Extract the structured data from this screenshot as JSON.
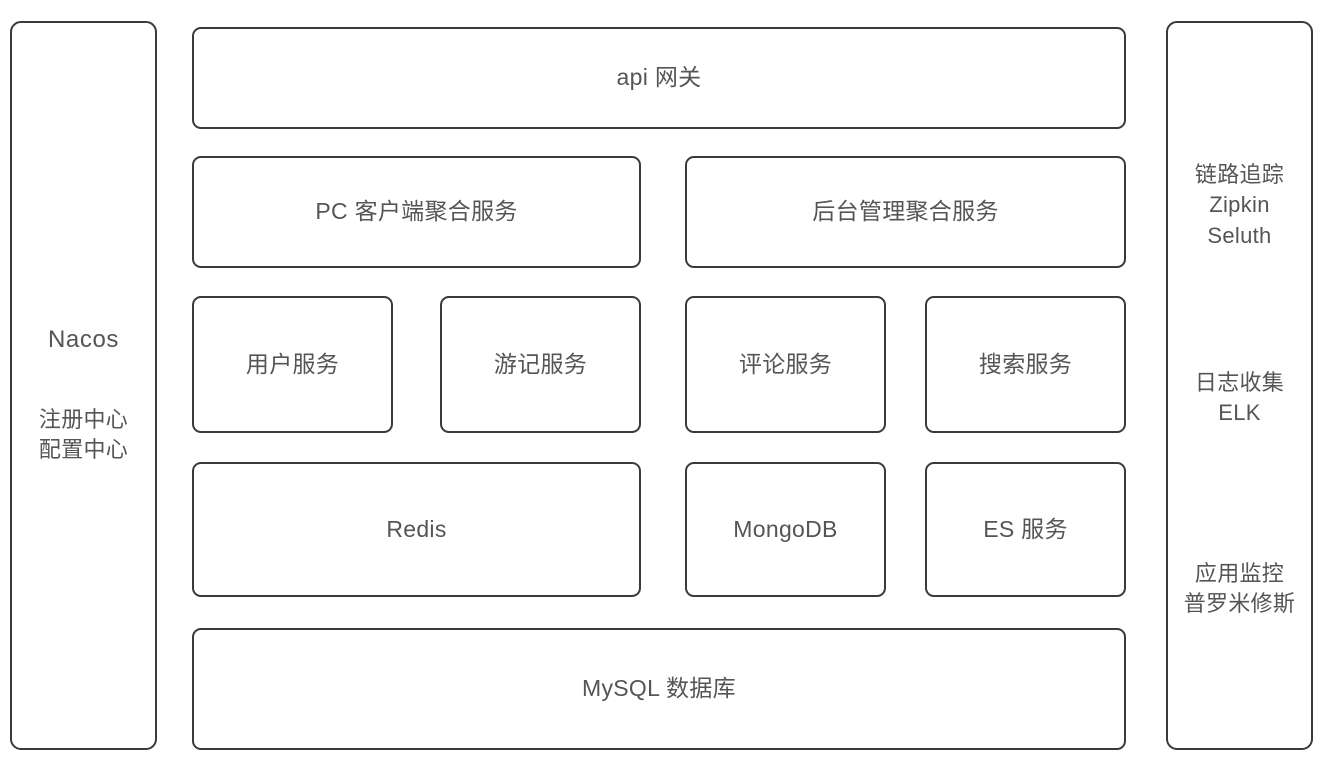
{
  "diagram": {
    "title": "microservice-architecture-diagram",
    "colors": {
      "border": "#3a3a3a",
      "text": "#555555",
      "background": "#ffffff"
    },
    "left_panel": {
      "name": "Nacos",
      "lines": "注册中心\n配置中心"
    },
    "right_panel": {
      "blocks": [
        {
          "text": "链路追踪\nZipkin\nSeluth"
        },
        {
          "text": "日志收集\nELK"
        },
        {
          "text": "应用监控\n普罗米修斯"
        }
      ]
    },
    "gateway": {
      "label": "api 网关"
    },
    "aggregation_layer": [
      {
        "label": "PC 客户端聚合服务"
      },
      {
        "label": "后台管理聚合服务"
      }
    ],
    "service_layer": [
      {
        "label": "用户服务"
      },
      {
        "label": "游记服务"
      },
      {
        "label": "评论服务"
      },
      {
        "label": "搜索服务"
      }
    ],
    "storage_layer": [
      {
        "label": "Redis"
      },
      {
        "label": "MongoDB"
      },
      {
        "label": "ES 服务"
      }
    ],
    "database_layer": {
      "label": "MySQL 数据库"
    }
  }
}
